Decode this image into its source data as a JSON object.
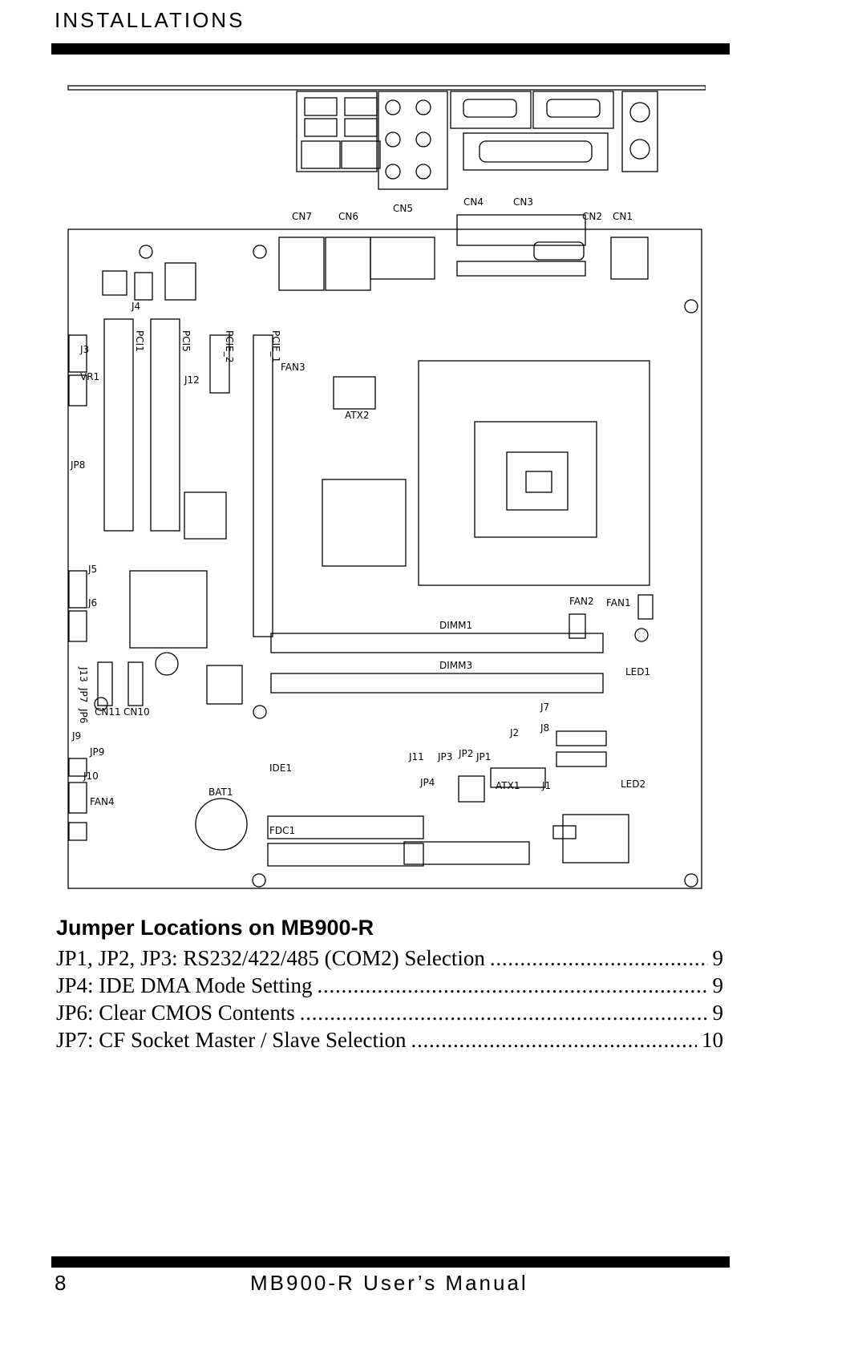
{
  "header": {
    "section": "INSTALLATIONS"
  },
  "diagram": {
    "labels": [
      "CN7",
      "CN6",
      "CN5",
      "CN4",
      "CN3",
      "CN2",
      "CN1",
      "J4",
      "J3",
      "VR1",
      "J12",
      "PCI1",
      "PCI5",
      "PCIE_2",
      "PCIE_1",
      "FAN3",
      "ATX2",
      "JP8",
      "J5",
      "J6",
      "DIMM1",
      "DIMM3",
      "FAN2",
      "FAN1",
      "LED1",
      "J13",
      "JP7",
      "JP6",
      "CN11",
      "CN10",
      "J7",
      "J8",
      "J9",
      "JP9",
      "J10",
      "FAN4",
      "BAT1",
      "IDE1",
      "FDC1",
      "J11",
      "JP3",
      "JP2",
      "JP1",
      "J2",
      "JP4",
      "ATX1",
      "J1",
      "LED2"
    ]
  },
  "section": {
    "title": "Jumper Locations on MB900-R"
  },
  "toc": [
    {
      "label": "JP1, JP2, JP3: RS232/422/485 (COM2) Selection",
      "page": "9"
    },
    {
      "label": "JP4: IDE DMA Mode Setting",
      "page": "9"
    },
    {
      "label": "JP6: Clear CMOS Contents",
      "page": "9"
    },
    {
      "label": "JP7: CF Socket Master / Slave Selection",
      "page": "10"
    }
  ],
  "footer": {
    "page_number": "8",
    "manual_title": "MB900-R User’s Manual"
  }
}
